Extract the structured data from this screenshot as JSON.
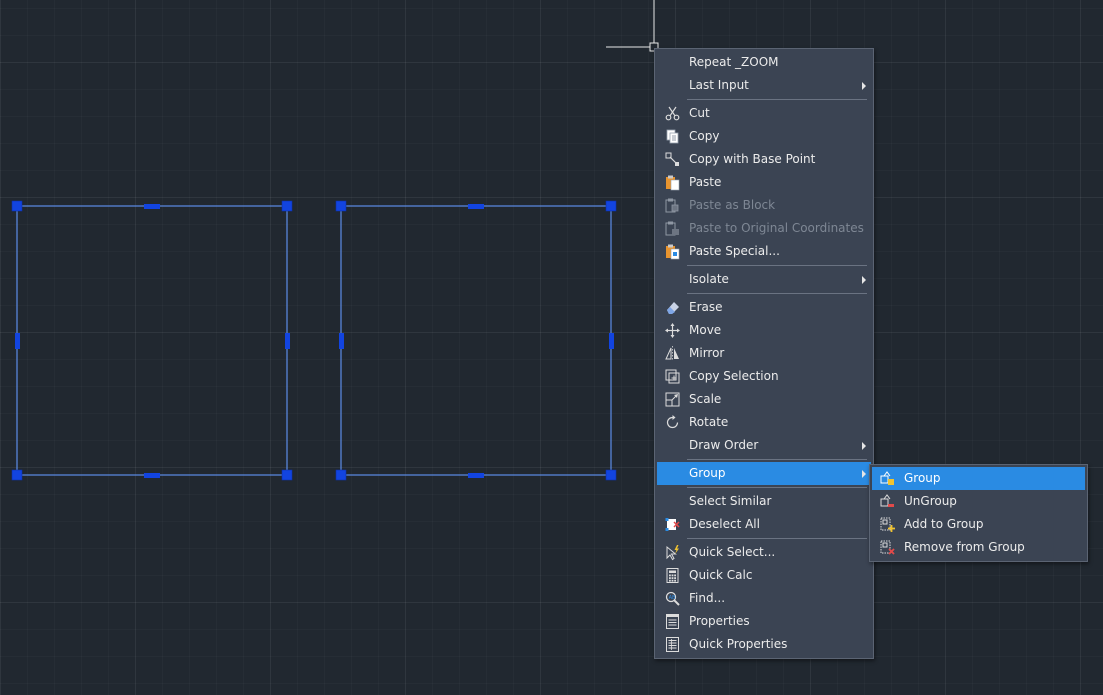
{
  "colors": {
    "background": "#212830",
    "selection_line": "#5b8de8",
    "grip": "#1244e0",
    "menu_bg": "#3b4453",
    "highlight": "#2a8be3",
    "disabled_text": "#7e8794"
  },
  "context_menu": {
    "items": [
      {
        "label": "Repeat _ZOOM",
        "icon": "",
        "submenu": false
      },
      {
        "label": "Last Input",
        "icon": "",
        "submenu": true
      },
      {
        "label": "Cut",
        "icon": "scissors-icon"
      },
      {
        "label": "Copy",
        "icon": "copy-icon"
      },
      {
        "label": "Copy with Base Point",
        "icon": "copy-base-point-icon"
      },
      {
        "label": "Paste",
        "icon": "paste-icon"
      },
      {
        "label": "Paste as Block",
        "icon": "paste-block-icon",
        "disabled": true
      },
      {
        "label": "Paste to Original Coordinates",
        "icon": "paste-original-icon",
        "disabled": true
      },
      {
        "label": "Paste Special...",
        "icon": "paste-special-icon"
      },
      {
        "label": "Isolate",
        "icon": "",
        "submenu": true
      },
      {
        "label": "Erase",
        "icon": "eraser-icon"
      },
      {
        "label": "Move",
        "icon": "move-icon"
      },
      {
        "label": "Mirror",
        "icon": "mirror-icon"
      },
      {
        "label": "Copy Selection",
        "icon": "copy-selection-icon"
      },
      {
        "label": "Scale",
        "icon": "scale-icon"
      },
      {
        "label": "Rotate",
        "icon": "rotate-icon"
      },
      {
        "label": "Draw Order",
        "icon": "",
        "submenu": true
      },
      {
        "label": "Group",
        "icon": "",
        "submenu": true,
        "highlighted": true
      },
      {
        "label": "Select Similar",
        "icon": ""
      },
      {
        "label": "Deselect All",
        "icon": "deselect-all-icon"
      },
      {
        "label": "Quick Select...",
        "icon": "quick-select-icon"
      },
      {
        "label": "Quick Calc",
        "icon": "calculator-icon"
      },
      {
        "label": "Find...",
        "icon": "find-icon"
      },
      {
        "label": "Properties",
        "icon": "properties-icon"
      },
      {
        "label": "Quick Properties",
        "icon": "quick-properties-icon"
      }
    ]
  },
  "group_submenu": {
    "items": [
      {
        "label": "Group",
        "icon": "group-icon",
        "highlighted": true
      },
      {
        "label": "UnGroup",
        "icon": "ungroup-icon"
      },
      {
        "label": "Add to Group",
        "icon": "add-to-group-icon"
      },
      {
        "label": "Remove from Group",
        "icon": "remove-from-group-icon"
      }
    ]
  }
}
